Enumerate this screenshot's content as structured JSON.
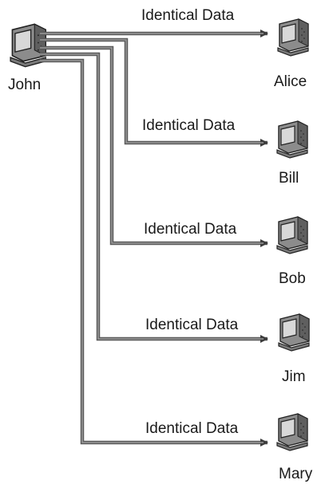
{
  "sender": {
    "name": "John",
    "icon": "computer-icon"
  },
  "recipients": [
    {
      "name": "Alice",
      "label": "Identical Data",
      "icon": "computer-icon"
    },
    {
      "name": "Bill",
      "label": "Identical Data",
      "icon": "computer-icon"
    },
    {
      "name": "Bob",
      "label": "Identical Data",
      "icon": "computer-icon"
    },
    {
      "name": "Jim",
      "label": "Identical Data",
      "icon": "computer-icon"
    },
    {
      "name": "Mary",
      "label": "Identical Data",
      "icon": "computer-icon"
    }
  ],
  "colors": {
    "line": "#5a5a5a",
    "computer_body": "#9a9a9a",
    "computer_dark": "#3a3a3a"
  }
}
